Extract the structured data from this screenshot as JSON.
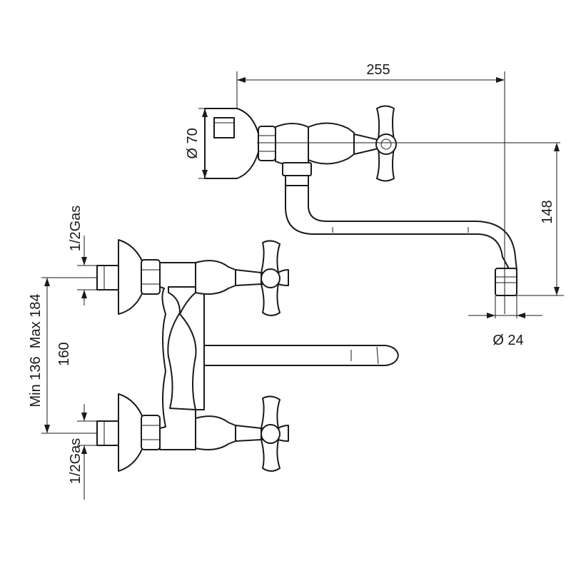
{
  "dimensions": {
    "width_total": "255",
    "flange_diameter": "Ø 70",
    "spout_height": "148",
    "outlet_diameter": "Ø 24",
    "center_distance": "160",
    "center_range": "Min 136  Max 184",
    "inlet_top": "1/2Gas",
    "inlet_bottom": "1/2Gas"
  },
  "colors": {
    "line": "#1a1a1a",
    "background": "#ffffff"
  }
}
